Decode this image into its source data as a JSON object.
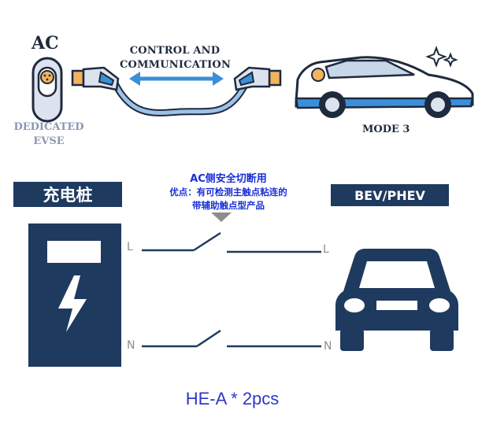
{
  "illustration": {
    "ac_label": "AC",
    "evse_label_line1": "DEDICATED",
    "evse_label_line2": "EVSE",
    "control_label_line1": "CONTROL AND",
    "control_label_line2": "COMMUNICATION",
    "mode_label": "MODE 3"
  },
  "diagram": {
    "charger_title": "充电桩",
    "ev_title": "BEV/PHEV",
    "note_lines": [
      "AC侧安全切断用",
      "优点：有可检测主触点粘连的",
      "带辅助触点型产品"
    ],
    "line_label_l": "L",
    "line_label_n": "N",
    "footer": "HE-A * 2pcs"
  },
  "colors": {
    "navy": "#1f3a5f",
    "note_blue": "#1a2fd6",
    "illus_blue": "#3b8fd8",
    "ink": "#1e2a3e"
  }
}
